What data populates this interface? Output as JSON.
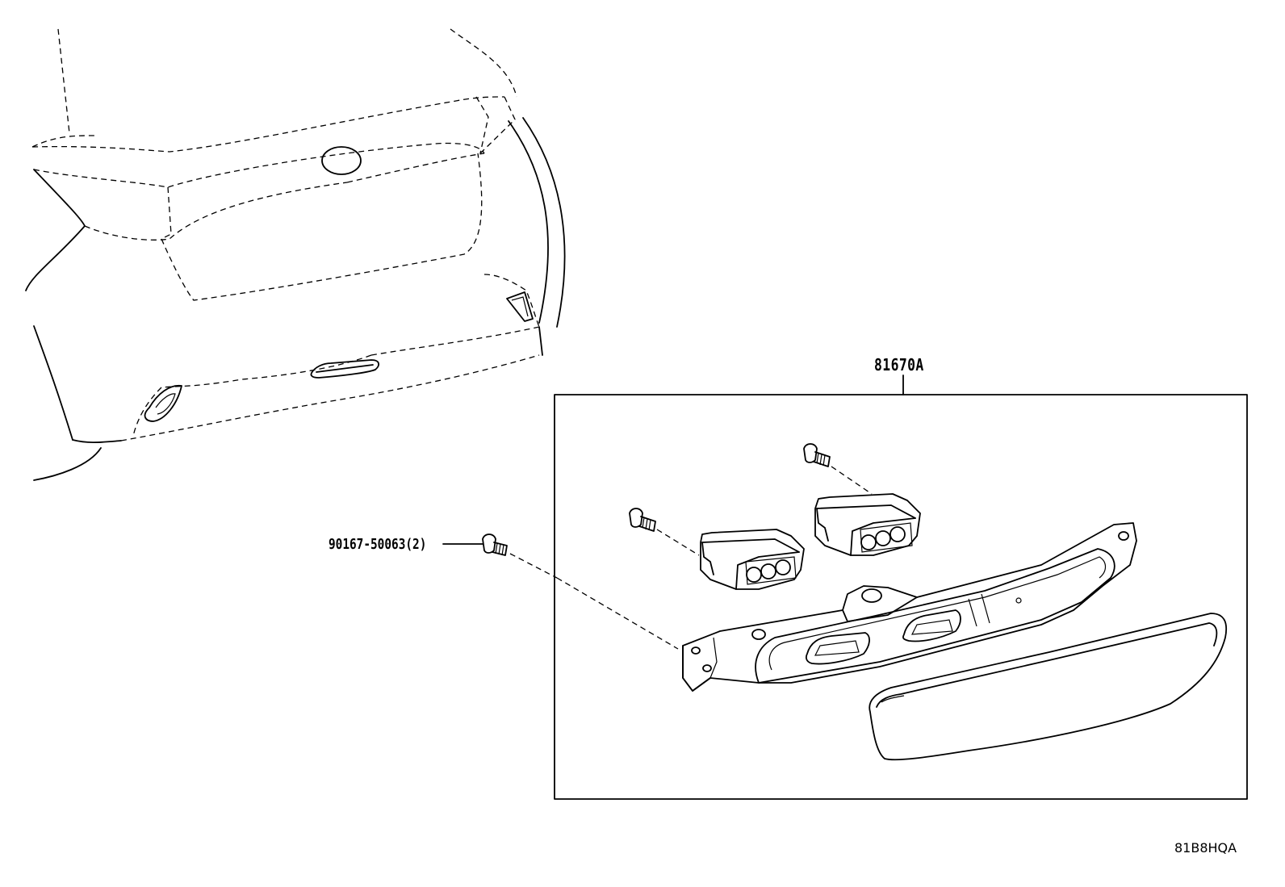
{
  "labels": {
    "assembly": "81670A",
    "screw": "90167-50063(2)",
    "diagram_code": "81B8HQA"
  }
}
